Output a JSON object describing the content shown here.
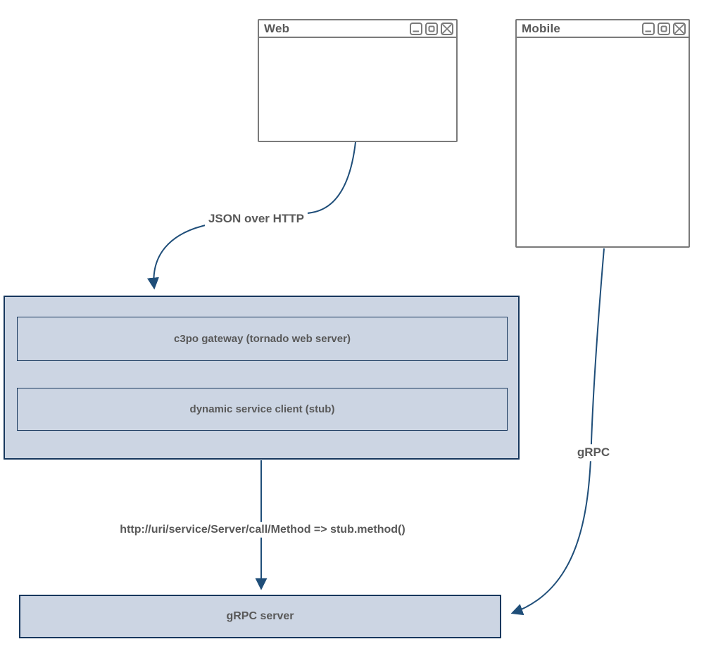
{
  "windows": [
    {
      "title": "Web"
    },
    {
      "title": "Mobile"
    }
  ],
  "window_controls": {
    "minimize": "minimize",
    "maximize": "maximize",
    "close": "close"
  },
  "gateway": {
    "layers": [
      {
        "label": "c3po gateway (tornado web server)"
      },
      {
        "label": "dynamic service client (stub)"
      }
    ]
  },
  "server": {
    "label": "gRPC server"
  },
  "edges": [
    {
      "from": "Web",
      "to": "c3po gateway",
      "label": "JSON over HTTP"
    },
    {
      "from": "c3po gateway",
      "to": "gRPC server",
      "label": "http://uri/service/Server/call/Method => stub.method()"
    },
    {
      "from": "Mobile",
      "to": "gRPC server",
      "label": "gRPC"
    }
  ],
  "colors": {
    "background": "#ffffff",
    "connector": "#1f4e79",
    "box_fill": "#ccd5e3",
    "box_border": "#17375d",
    "window_border": "#7a7a7a",
    "label_text": "#595959"
  }
}
